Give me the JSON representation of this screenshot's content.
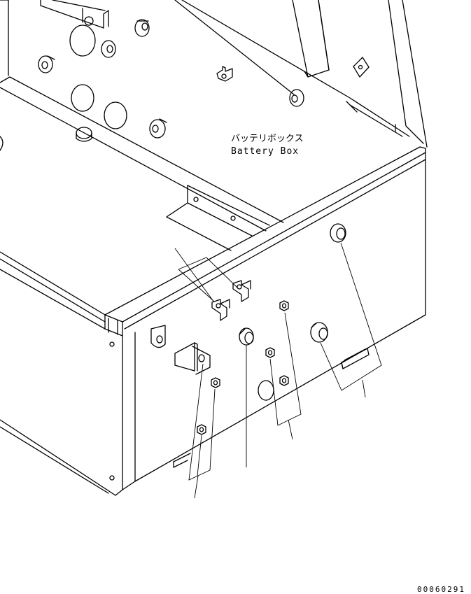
{
  "drawing": {
    "label_jp": "バッテリボックス",
    "label_en": "Battery Box",
    "drawing_number": "00060291"
  }
}
